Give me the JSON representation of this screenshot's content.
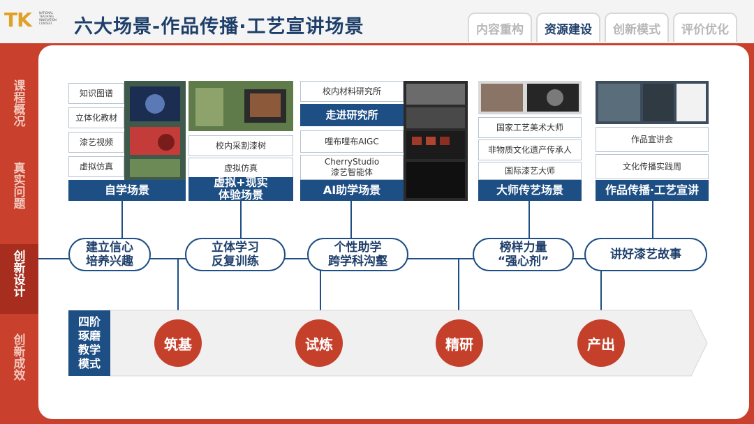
{
  "header": {
    "logo_text": "TK",
    "logo_subtext": "NATIONAL TEACHING INNOVATION CONTEST",
    "title": "六大场景-作品传播·工艺宣讲场景",
    "tabs": [
      {
        "label": "内容重构",
        "active": false
      },
      {
        "label": "资源建设",
        "active": true
      },
      {
        "label": "创新模式",
        "active": false
      },
      {
        "label": "评价优化",
        "active": false
      }
    ]
  },
  "sidebar": {
    "items": [
      {
        "label": "课程概况",
        "active": false
      },
      {
        "label": "真实问题",
        "active": false
      },
      {
        "label": "创新设计",
        "active": true
      },
      {
        "label": "创新成效",
        "active": false
      }
    ]
  },
  "colors": {
    "accent_red": "#c5402b",
    "navy": "#1d4e84",
    "sidebar_bg": "#c9402c"
  },
  "scenes": [
    {
      "items": [
        "知识图谱",
        "立体化教材",
        "漆艺视频",
        "虚拟仿真"
      ],
      "caption": "自学场景",
      "goal": "建立信心\n培养兴趣"
    },
    {
      "items": [
        "校内采割漆树",
        "虚拟仿真"
      ],
      "caption": "虚拟+现实\n体验场景",
      "goal": "立体学习\n反复训练"
    },
    {
      "items": [
        "校内材料研究所",
        "走进研究所",
        "哩布哩布AIGC",
        "CherryStudio\n漆艺智能体"
      ],
      "caption": "AI助学场景",
      "goal": "个性助学\n跨学科沟壑"
    },
    {
      "items": [
        "国家工艺美术大师",
        "非物质文化遗产传承人",
        "国际漆艺大师"
      ],
      "caption": "大师传艺场景",
      "goal": "榜样力量\n“强心剂”"
    },
    {
      "items": [
        "作品宣讲会",
        "文化传播实践周"
      ],
      "caption": "作品传播·工艺宣讲",
      "goal": "讲好漆艺故事"
    }
  ],
  "model": {
    "label": "四阶\n琢磨\n教学\n模式",
    "stages": [
      "筑基",
      "试炼",
      "精研",
      "产出"
    ]
  }
}
